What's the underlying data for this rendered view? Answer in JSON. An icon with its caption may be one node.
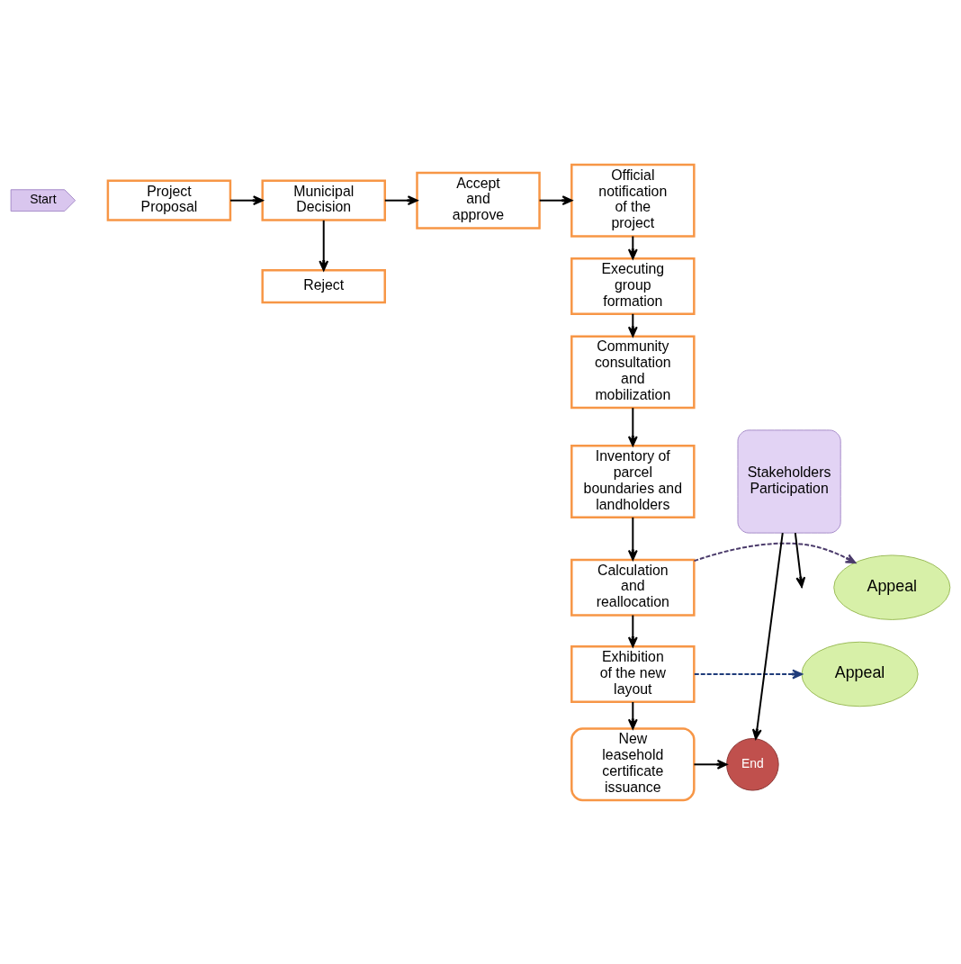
{
  "diagram": {
    "nodes": [
      {
        "text": [
          "Start"
        ]
      },
      {
        "text": [
          "Project Proposal"
        ]
      },
      {
        "text": [
          "Municipal Decision"
        ]
      },
      {
        "text": [
          "Reject"
        ]
      },
      {
        "text": [
          "Accept and approve"
        ]
      },
      {
        "text": [
          "Official notification of the project"
        ]
      },
      {
        "text": [
          "Executing group formation"
        ]
      },
      {
        "text": [
          "Community consultation and mobilization"
        ]
      },
      {
        "text": [
          "Inventory of parcel boundaries and landholders"
        ]
      },
      {
        "text": [
          "Appeal"
        ]
      },
      {
        "text": [
          "Calculation and reallocation"
        ]
      },
      {
        "text": [
          "Appeal"
        ]
      },
      {
        "text": [
          "Exhibition of the new layout"
        ]
      },
      {
        "text": [
          "New leasehold certificate issuance"
        ]
      },
      {
        "text": [
          "End"
        ]
      },
      {
        "text": [
          "Stakeholders Participation"
        ]
      }
    ],
    "edges": [
      {
        "from": 1,
        "to": 2,
        "arrow": "to"
      },
      {
        "from": 2,
        "to": 3,
        "arrow": "to"
      },
      {
        "from": 2,
        "to": 4,
        "arrow": "to"
      },
      {
        "from": 4,
        "to": 5,
        "arrow": "to"
      },
      {
        "from": 5,
        "to": 6,
        "arrow": "to"
      },
      {
        "from": 6,
        "to": 7,
        "arrow": "to"
      },
      {
        "from": 7,
        "to": 8,
        "arrow": "to"
      },
      {
        "from": 8,
        "to": 10,
        "arrow": "to"
      },
      {
        "from": 10,
        "to": 9,
        "arrow": "to",
        "style": "dashed",
        "color": "#4b3b6b"
      },
      {
        "from": 10,
        "to": 12,
        "arrow": "to"
      },
      {
        "from": 12,
        "to": 11,
        "arrow": "to",
        "style": "dashed",
        "color": "#1f3b7a"
      },
      {
        "from": 12,
        "to": 13,
        "arrow": "to"
      },
      {
        "from": 13,
        "to": 14,
        "arrow": "to"
      },
      {
        "from": 15,
        "to": 14,
        "arrow": "to"
      },
      {
        "from": 15,
        "to": null,
        "arrow": "to"
      }
    ]
  }
}
